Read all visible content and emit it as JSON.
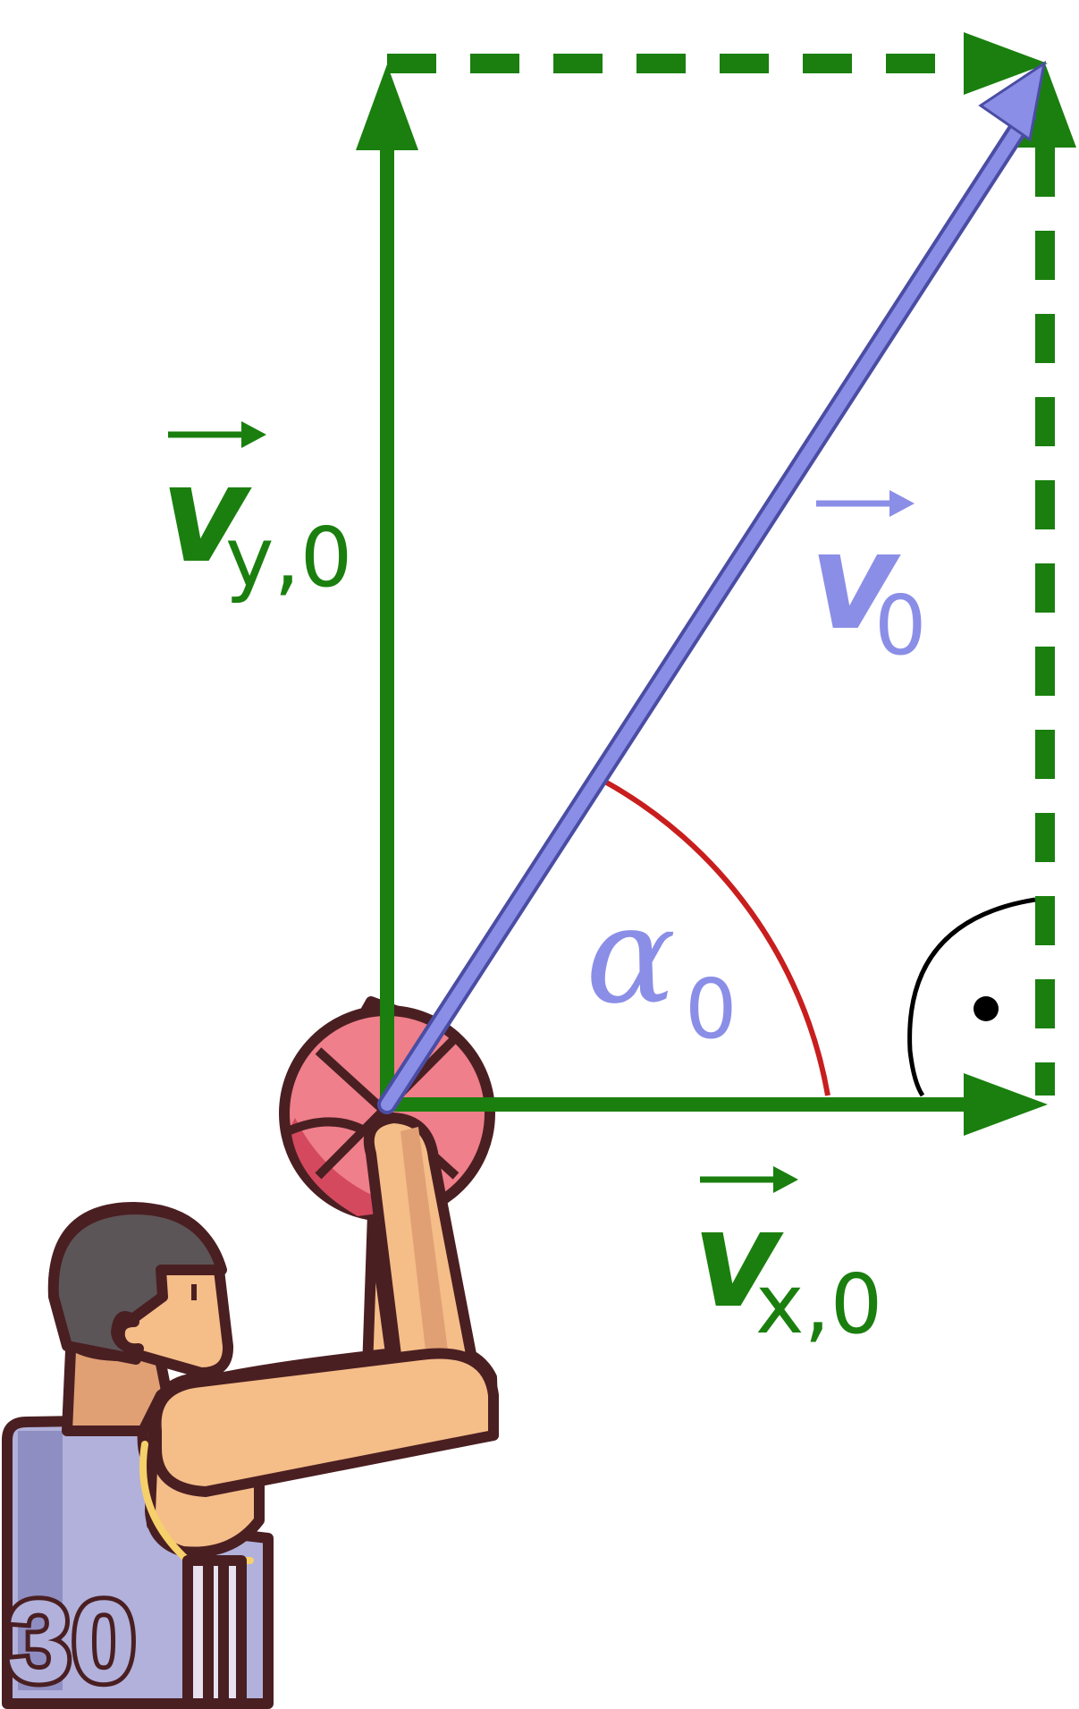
{
  "colors": {
    "component": "#1a7f0e",
    "velocity": "#8b8ee6",
    "angle_arc": "#c81e1e",
    "right_angle_arc": "#000000",
    "outline": "#4a1f22",
    "ball": "#ef7f8a",
    "ball_shadow": "#d4495e",
    "skin": "#f5bd88",
    "skin_shadow": "#e0a074",
    "hair": "#5c5558",
    "jersey": "#b1b1db",
    "jersey_shadow": "#8f8ec2",
    "trim": "#f6d06b"
  },
  "labels": {
    "vy": {
      "symbol": "v",
      "subscript": "y,0"
    },
    "v0": {
      "symbol": "v",
      "subscript": "0"
    },
    "vx": {
      "symbol": "v",
      "subscript": "x,0"
    },
    "alpha": {
      "symbol": "α",
      "subscript": "0"
    }
  },
  "jersey_number": "30",
  "icons": {
    "player": "basketball-player-illustration",
    "ball": "basketball-icon",
    "right_angle": "right-angle-marker"
  }
}
